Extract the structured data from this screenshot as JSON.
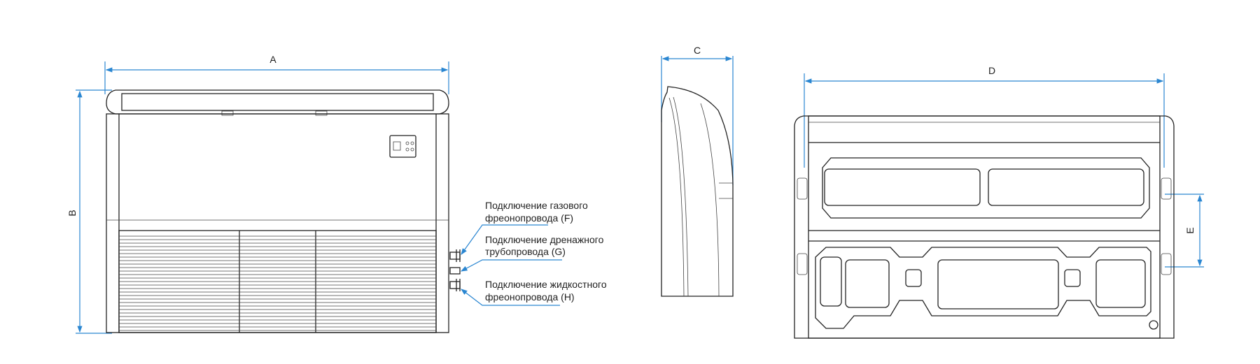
{
  "dimensions": {
    "a": "A",
    "b": "B",
    "c": "C",
    "d": "D",
    "e": "E"
  },
  "callouts": [
    {
      "line1": "Подключение газового",
      "line2": "фреонопровода (F)"
    },
    {
      "line1": "Подключение дренажного",
      "line2": "трубопровода (G)"
    },
    {
      "line1": "Подключение жидкостного",
      "line2": "фреонопровода (H)"
    }
  ],
  "colors": {
    "dimension": "#2a86d1",
    "outline": "#222222"
  }
}
